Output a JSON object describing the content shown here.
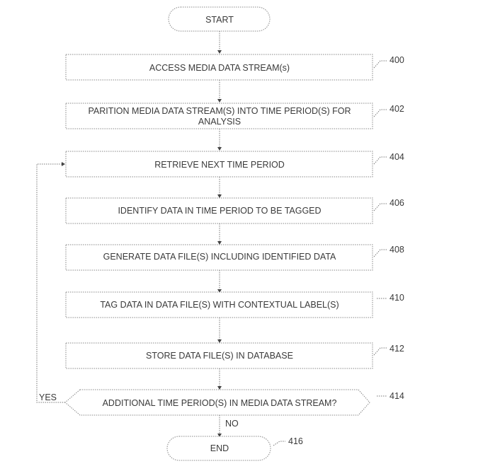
{
  "flowchart": {
    "start_label": "START",
    "end_label": "END",
    "end_ref": "416",
    "steps": [
      {
        "ref": "400",
        "lines": [
          "ACCESS MEDIA DATA STREAM(s)"
        ]
      },
      {
        "ref": "402",
        "lines": [
          "PARITION MEDIA DATA STREAM(S) INTO TIME PERIOD(S) FOR",
          "ANALYSIS"
        ]
      },
      {
        "ref": "404",
        "lines": [
          "RETRIEVE NEXT TIME PERIOD"
        ]
      },
      {
        "ref": "406",
        "lines": [
          "IDENTIFY DATA IN TIME PERIOD TO BE TAGGED"
        ]
      },
      {
        "ref": "408",
        "lines": [
          "GENERATE DATA FILE(S) INCLUDING IDENTIFIED DATA"
        ]
      },
      {
        "ref": "410",
        "lines": [
          "TAG DATA IN DATA FILE(S) WITH CONTEXTUAL LABEL(S)"
        ]
      },
      {
        "ref": "412",
        "lines": [
          "STORE DATA FILE(S) IN DATABASE"
        ]
      }
    ],
    "decision": {
      "ref": "414",
      "label": "ADDITIONAL TIME PERIOD(S) IN MEDIA DATA STREAM?",
      "yes_label": "YES",
      "no_label": "NO"
    }
  }
}
